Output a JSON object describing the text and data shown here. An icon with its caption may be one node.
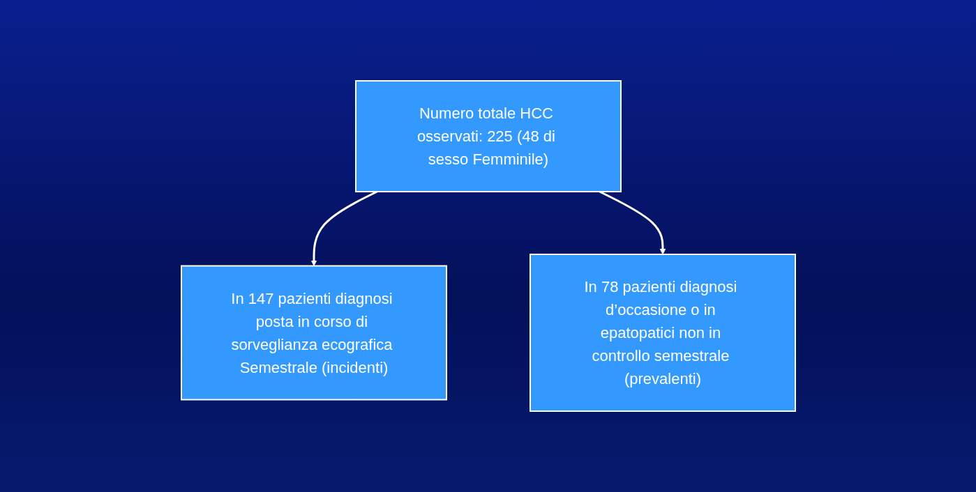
{
  "diagram": {
    "nodes": [
      {
        "text": [
          "Numero totale HCC osservati: 225 (48 di sesso Femminile)"
        ]
      },
      {
        "text": [
          "In 147 pazienti diagnosi posta in corso di sorveglianza ecografica Semestrale (incidenti)"
        ]
      },
      {
        "text": [
          "In 78 pazienti diagnosi d’occasione o in epatopatici non in controllo semestrale (prevalenti)"
        ]
      }
    ],
    "edges": [
      {
        "from": 0,
        "to": 1,
        "arrow": "to"
      },
      {
        "from": 0,
        "to": 2,
        "arrow": "to"
      }
    ]
  }
}
